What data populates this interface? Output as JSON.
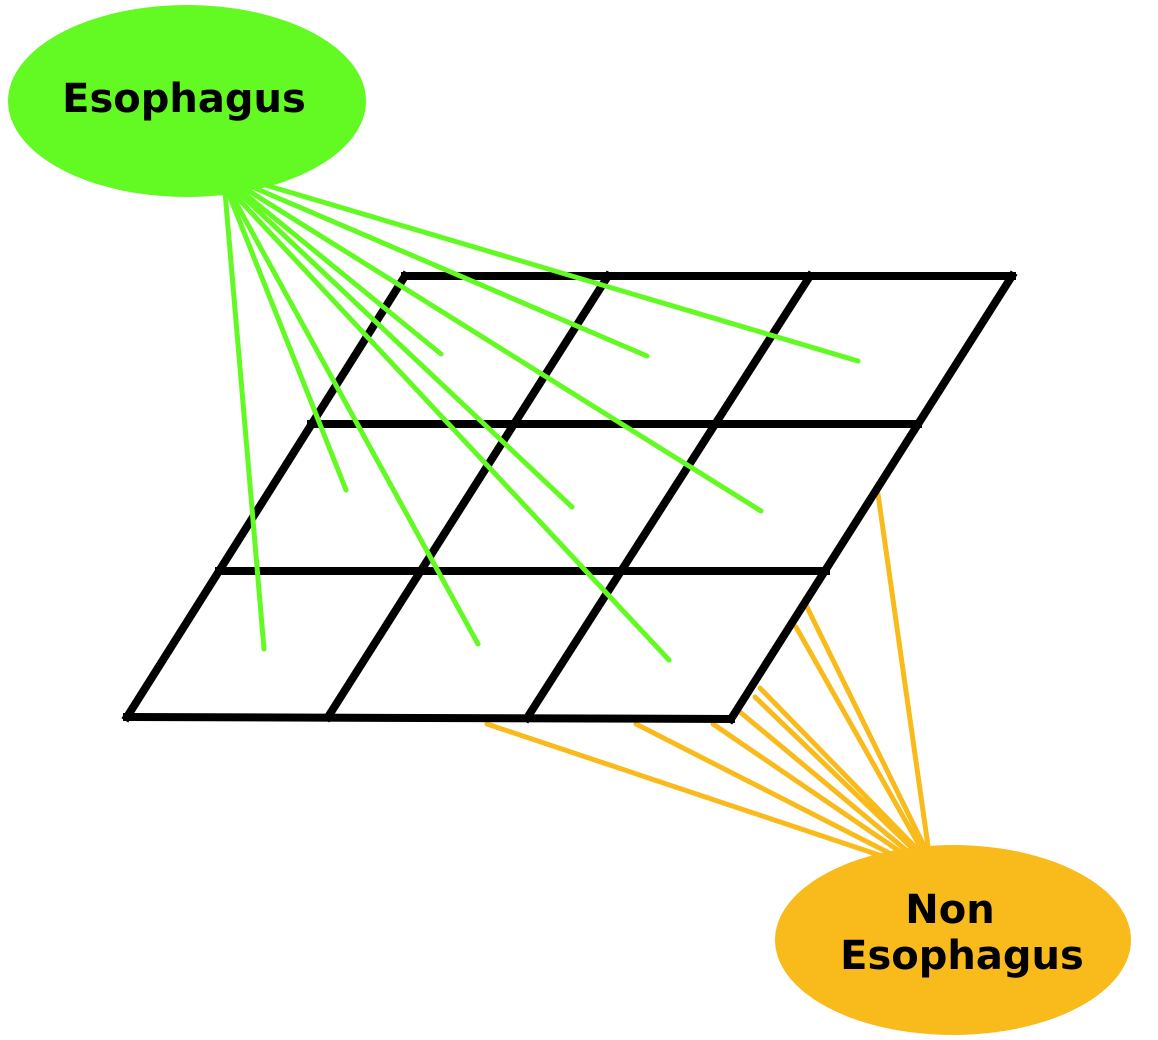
{
  "nodes": {
    "esophagus": {
      "label": "Esophagus",
      "color": "#63f922"
    },
    "non_esophagus": {
      "label_line1": "Non",
      "label_line2": "Esophagus",
      "color": "#f8bb1b"
    }
  },
  "grid": {
    "rows": 3,
    "columns": 3,
    "line_color": "#000000"
  }
}
